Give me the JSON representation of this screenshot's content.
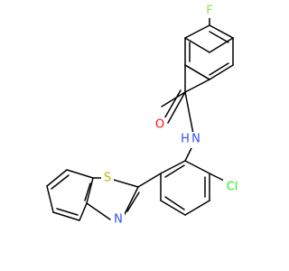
{
  "molecule": {
    "atoms": {
      "fluorine": {
        "symbol": "F",
        "color": "#90E050"
      },
      "oxygen": {
        "symbol": "O",
        "color": "#FF0D0D"
      },
      "amide_nitrogen": {
        "symbol": "N",
        "color": "#3050F8"
      },
      "thiazole_nitrogen": {
        "symbol": "N",
        "color": "#3050F8"
      },
      "sulfur": {
        "symbol": "S",
        "color": "#C8B400"
      },
      "chlorine": {
        "symbol": "Cl",
        "color": "#1FF01F"
      }
    },
    "hydrogen_label": "H"
  }
}
